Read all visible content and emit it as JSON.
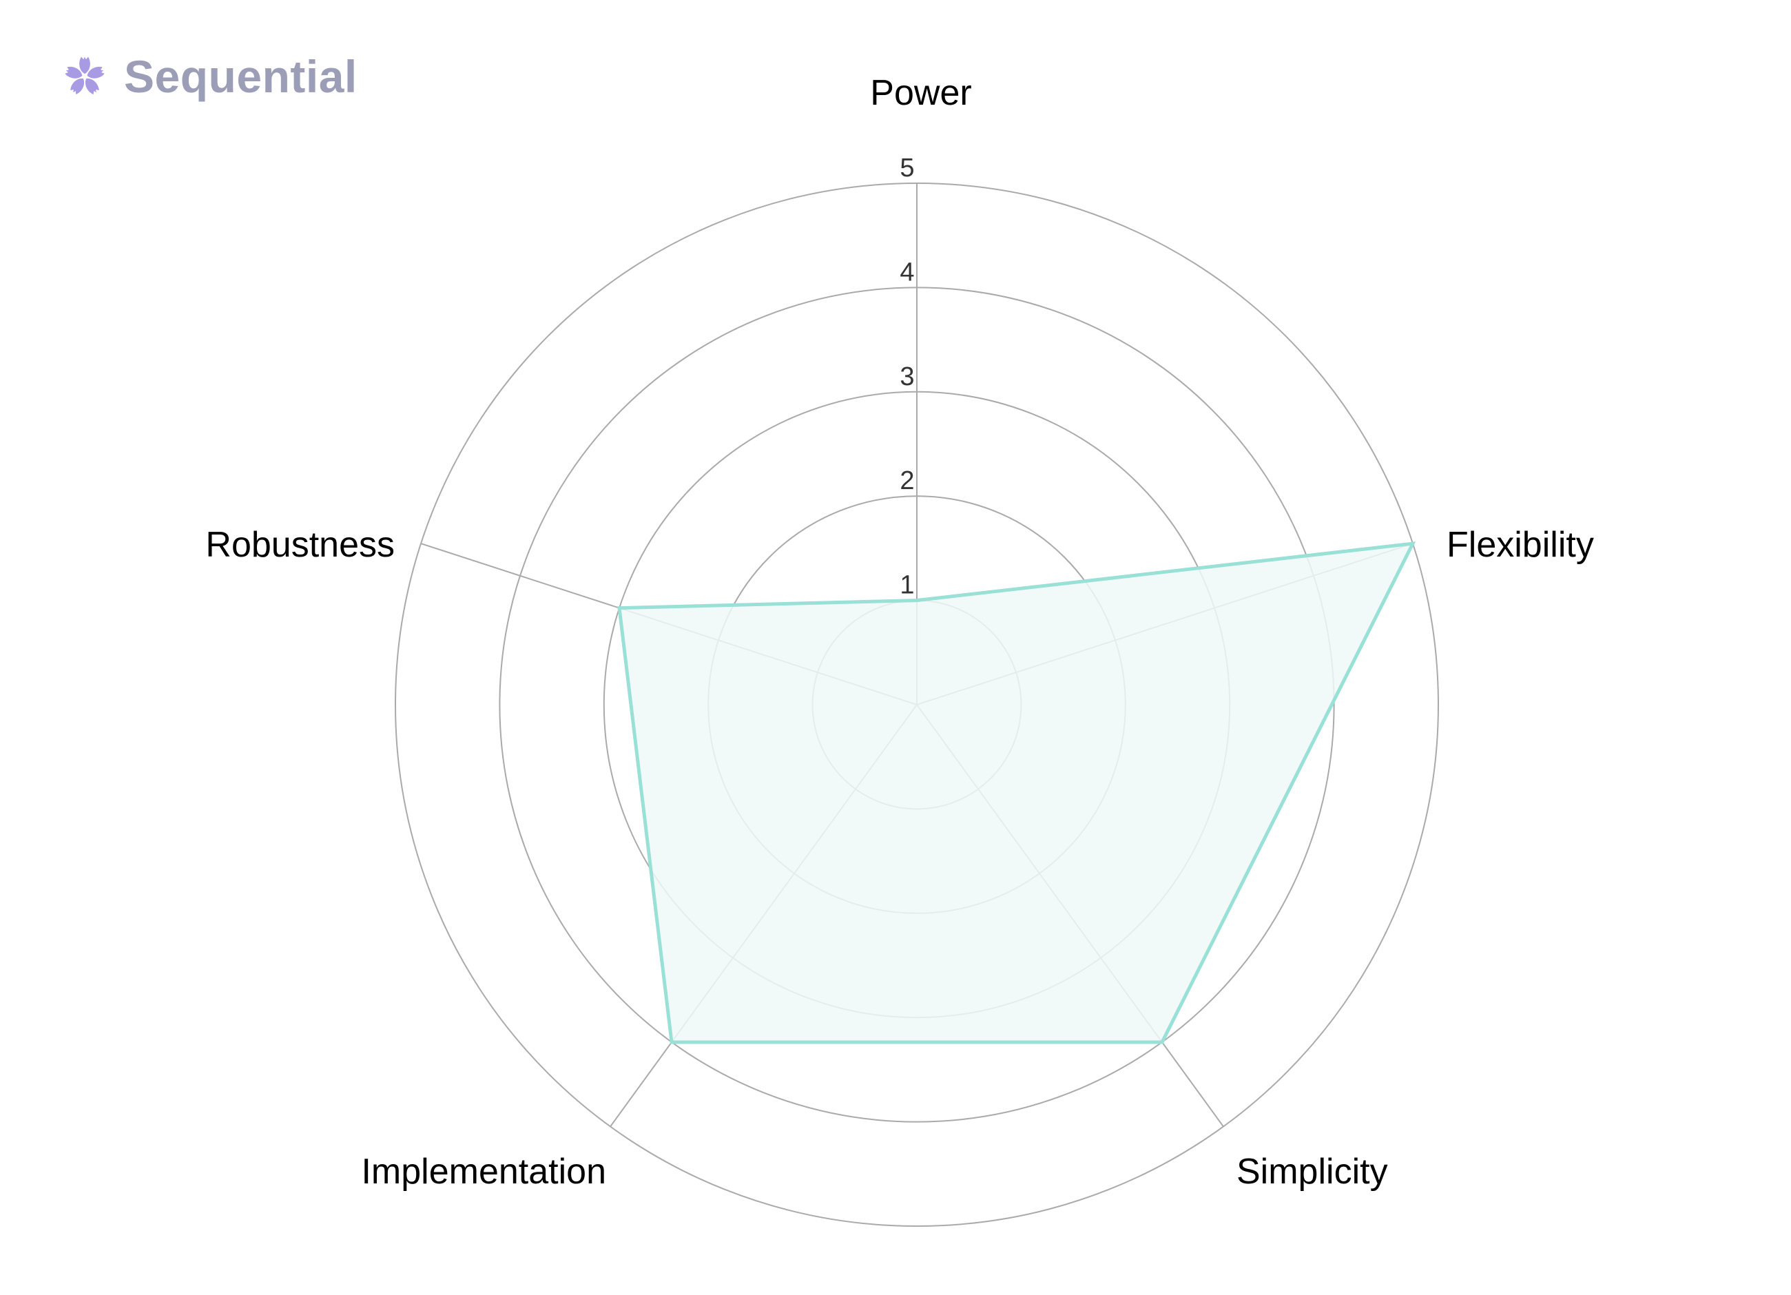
{
  "brand": {
    "name": "Sequential",
    "icon": "cherry-blossom-icon",
    "icon_color": "#A99BE3",
    "text_color": "#9B9EB6"
  },
  "chart_data": {
    "type": "radar",
    "title": "",
    "categories": [
      "Power",
      "Flexibility",
      "Simplicity",
      "Implementation",
      "Robustness"
    ],
    "series": [
      {
        "name": "Sequential",
        "values": [
          1,
          5,
          4,
          4,
          3
        ],
        "stroke_color": "#99E0D6",
        "fill_color": "#EEF9F8"
      }
    ],
    "radial_ticks": [
      "1",
      "2",
      "3",
      "4",
      "5"
    ],
    "rlim": [
      0,
      5
    ],
    "grid": true,
    "grid_color": "#AAAAAA",
    "legend": false
  }
}
